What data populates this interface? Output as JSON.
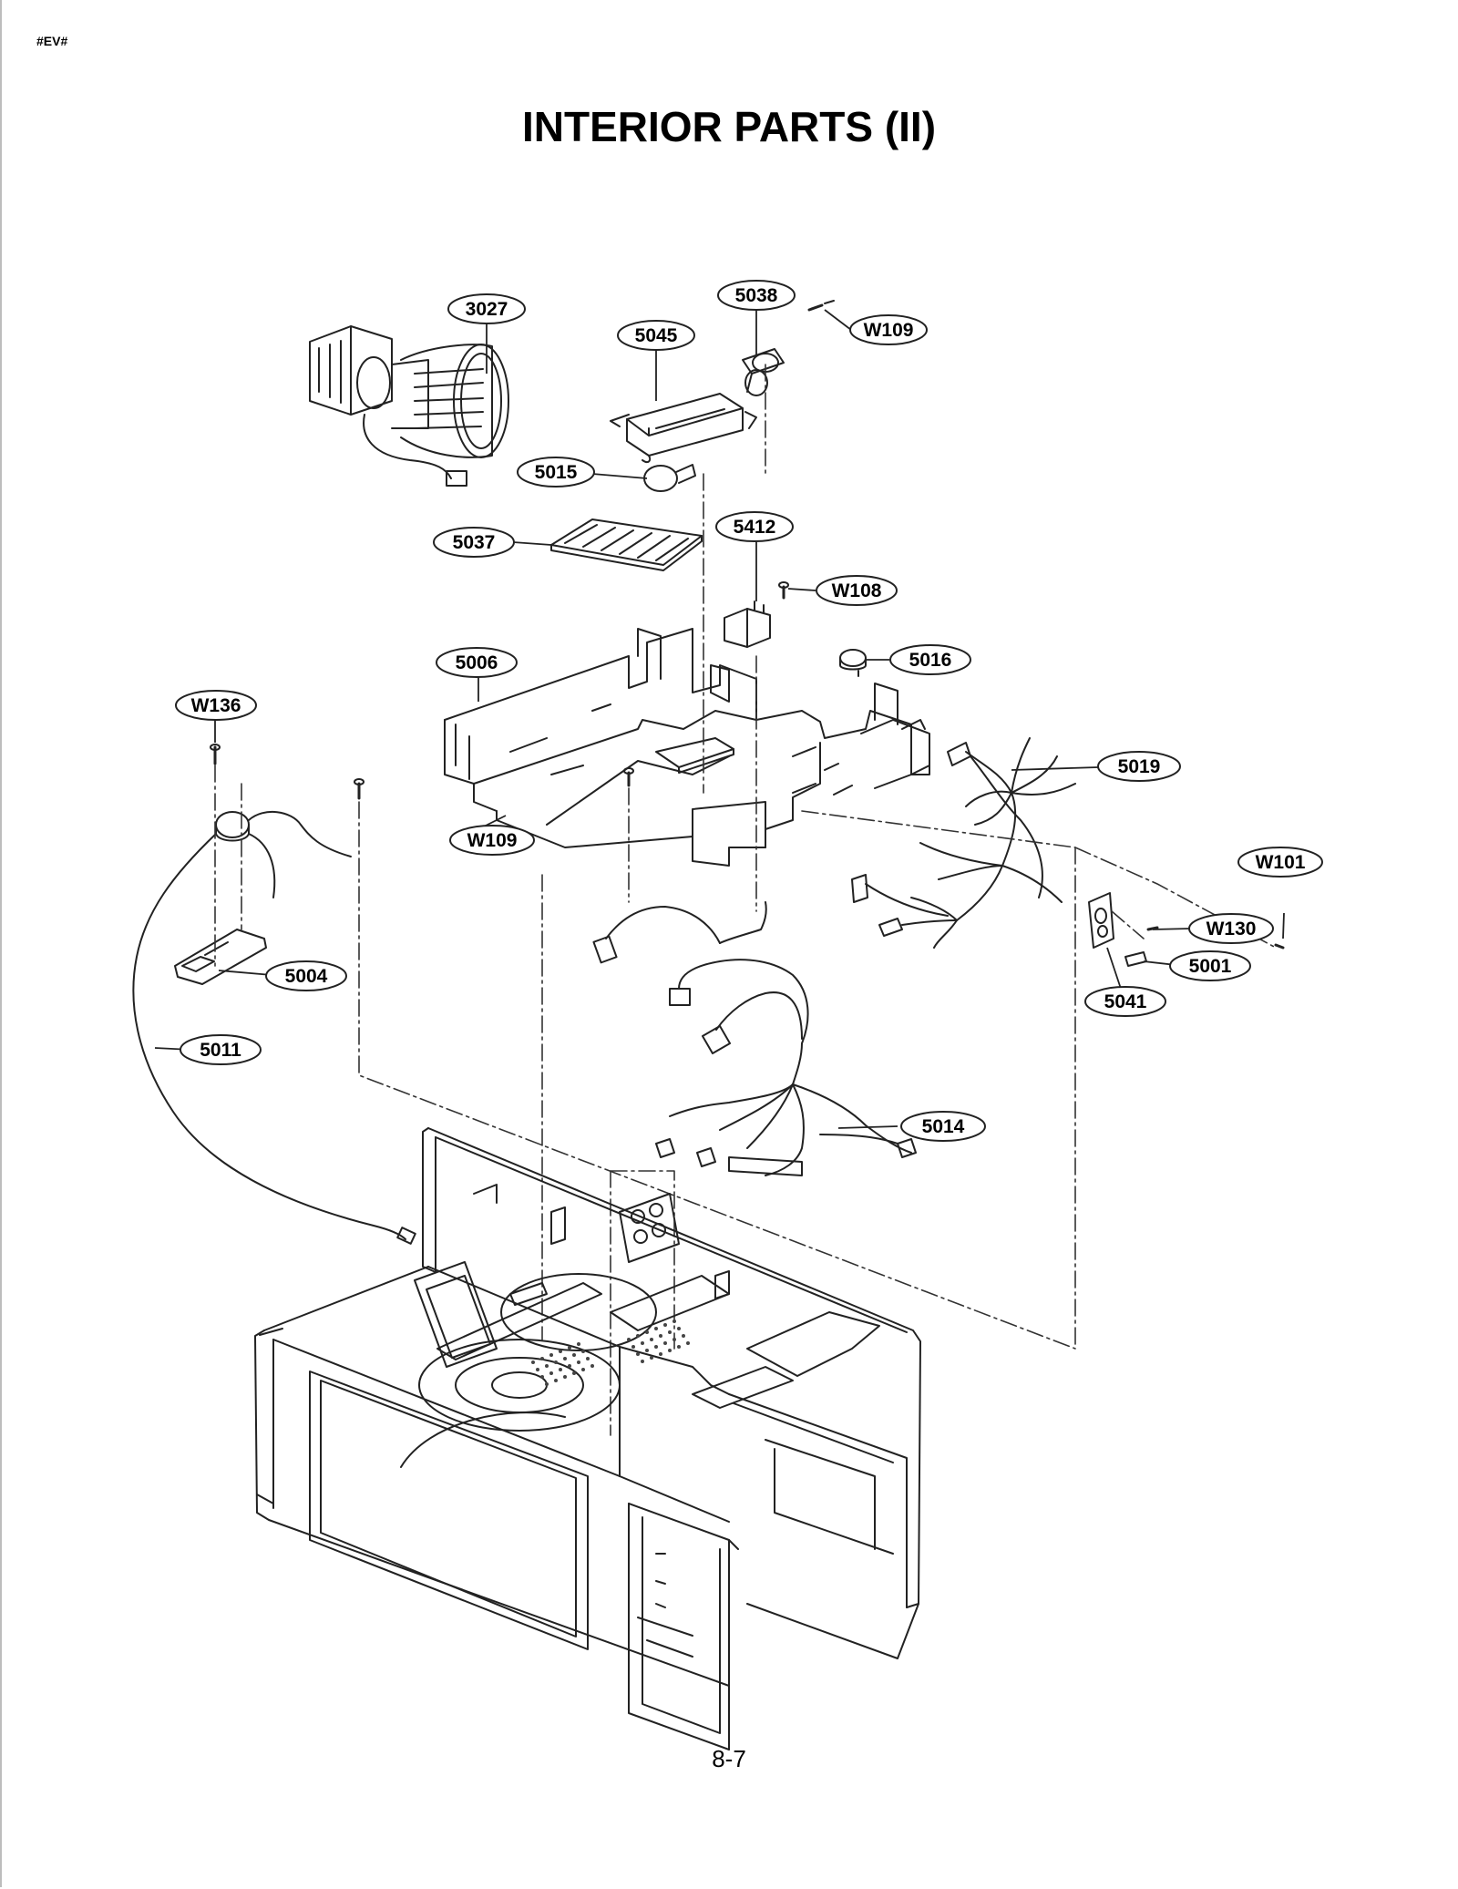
{
  "header": {
    "code": "#EV#",
    "title": "INTERIOR PARTS (II)"
  },
  "footer": {
    "page_number": "8-7"
  },
  "callouts": [
    {
      "id": "3027",
      "label": "3027"
    },
    {
      "id": "5038",
      "label": "5038"
    },
    {
      "id": "W109-top",
      "label": "W109"
    },
    {
      "id": "5045",
      "label": "5045"
    },
    {
      "id": "5015",
      "label": "5015"
    },
    {
      "id": "5037",
      "label": "5037"
    },
    {
      "id": "5412",
      "label": "5412"
    },
    {
      "id": "W108",
      "label": "W108"
    },
    {
      "id": "5006",
      "label": "5006"
    },
    {
      "id": "5016",
      "label": "5016"
    },
    {
      "id": "W136",
      "label": "W136"
    },
    {
      "id": "5019",
      "label": "5019"
    },
    {
      "id": "W109-mid",
      "label": "W109"
    },
    {
      "id": "W101",
      "label": "W101"
    },
    {
      "id": "W130",
      "label": "W130"
    },
    {
      "id": "5001",
      "label": "5001"
    },
    {
      "id": "5004",
      "label": "5004"
    },
    {
      "id": "5041",
      "label": "5041"
    },
    {
      "id": "5011",
      "label": "5011"
    },
    {
      "id": "5014",
      "label": "5014"
    }
  ]
}
